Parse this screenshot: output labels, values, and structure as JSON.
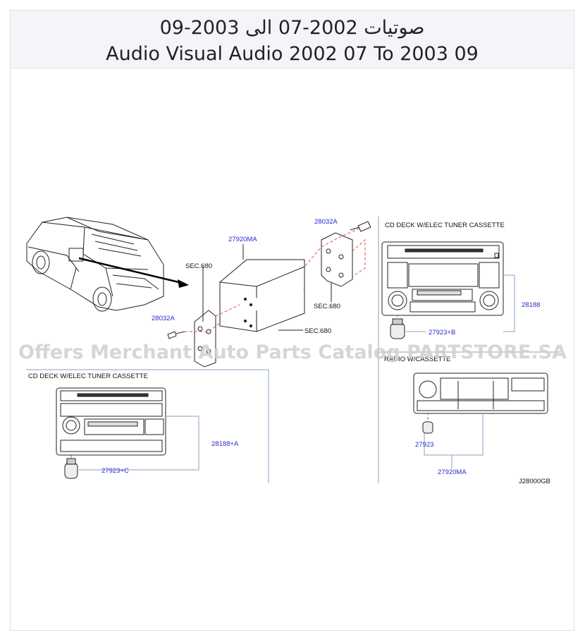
{
  "header": {
    "title_ar": "صوتيات 2002-07 الى 2003-09",
    "title_en": "Audio Visual Audio 2002 07 To 2003 09"
  },
  "watermark": "Offers Merchant Auto Parts Catalog PARTSTORE.SA",
  "callouts": {
    "bracket_screw_top": "28032A",
    "audio_unit": "27920MA",
    "sec_left": "SEC.680",
    "sec_right_bracket": "SEC.680",
    "sec_bottom": "SEC.680",
    "bracket_screw_left": "28032A",
    "cd_deck_right": "28188",
    "knob_right": "27923+B",
    "cd_deck_left": "28188+A",
    "knob_left": "27923+C",
    "radio_knob": "27923",
    "radio_unit": "27920MA",
    "diagram_code": "J28000GB"
  },
  "panels": {
    "right_top_title": "CD  DECK  W/ELEC  TUNER  CASSETTE",
    "left_bottom_title": "CD  DECK  W/ELEC  TUNER  CASSETTE",
    "right_bottom_title": "RADIO  W/CASSETTE"
  },
  "colors": {
    "line": "#222222",
    "callout": "#2a2ad0",
    "guide": "#e05050",
    "panel_border": "#8aa0c0"
  }
}
